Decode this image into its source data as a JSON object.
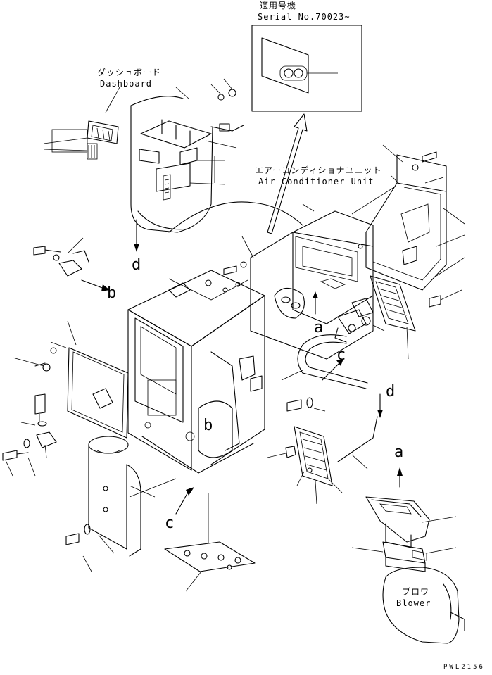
{
  "serial_note": {
    "jp": "適用号機",
    "en": "Serial No.70023~"
  },
  "dashboard": {
    "jp": "ダッシュボード",
    "en": "Dashboard"
  },
  "air_conditioner": {
    "jp": "エアーコンディショナユニット",
    "en": "Air Conditioner Unit"
  },
  "blower": {
    "jp": "ブロワ",
    "en": "Blower"
  },
  "ref_letters": {
    "a1": "a",
    "a2": "a",
    "b1": "b",
    "b2": "b",
    "c1": "c",
    "c2": "c",
    "d1": "d",
    "d2": "d"
  },
  "drawing_code": "PWL2156"
}
